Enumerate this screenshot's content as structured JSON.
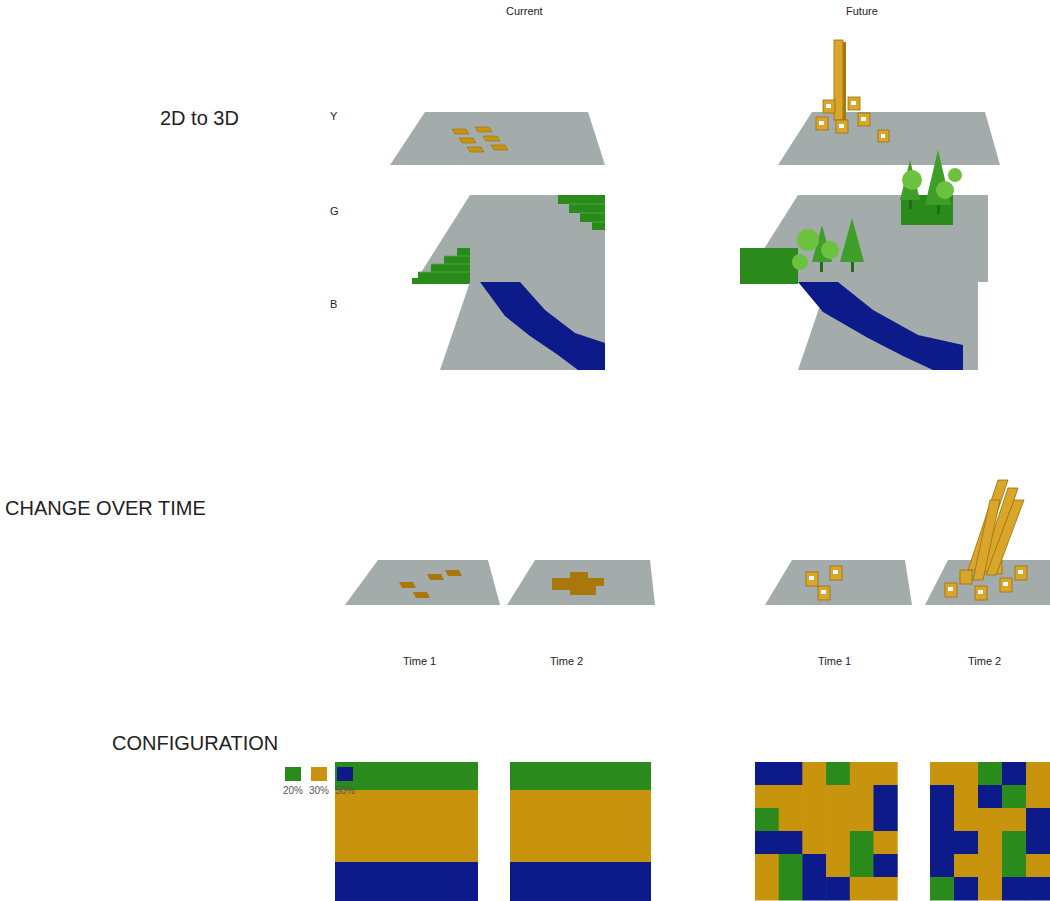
{
  "diagram": {
    "labels": [
      "Current",
      "Future",
      "2D to 3D",
      "Y",
      "G",
      "B",
      "CHANGE OVER TIME",
      "Time 1",
      "Time 2",
      "Time 1",
      "Time 2",
      "CONFIGURATION"
    ],
    "legend": [
      {
        "text": "20%",
        "color": "#2a8a1c"
      },
      {
        "text": "30%",
        "color": "#c8940e"
      },
      {
        "text": "50%",
        "color": "#0c1a8a"
      }
    ]
  }
}
